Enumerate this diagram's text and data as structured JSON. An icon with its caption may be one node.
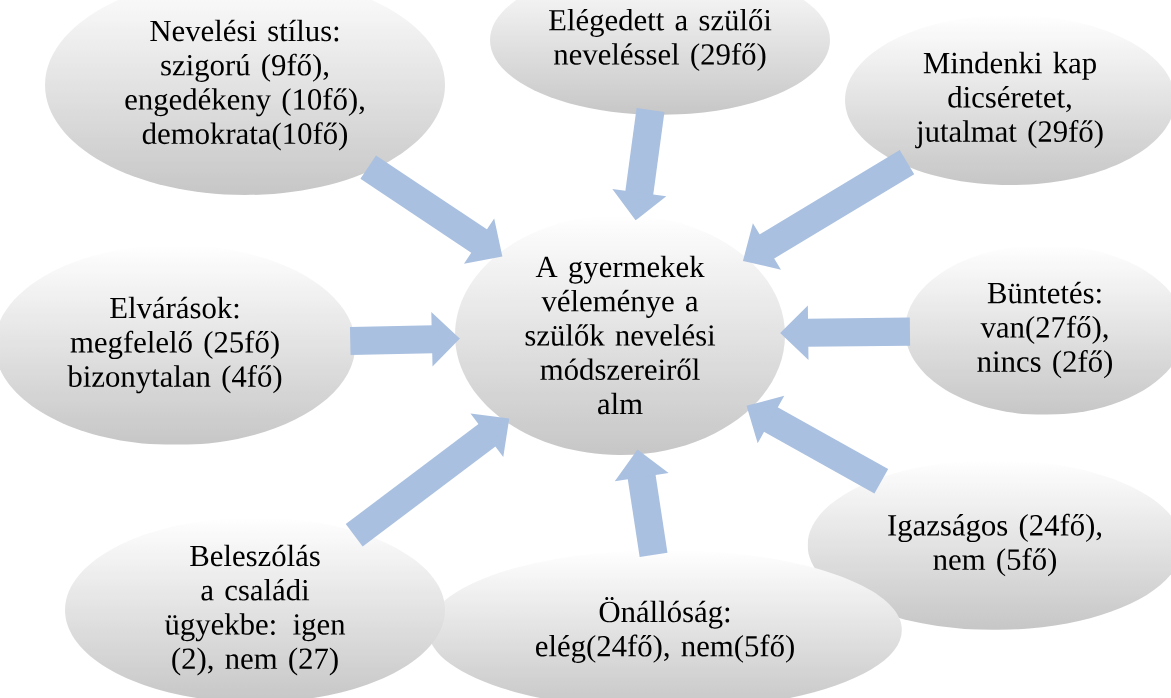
{
  "diagram": {
    "nodes": [
      {
        "text": [
          "A gyermekek véleménye a szülők nevelési módszereiről alm"
        ]
      },
      {
        "text": [
          "Nevelési stílus: szigorú (9fő), engedékeny (10fő), demokrata(10fő)"
        ]
      },
      {
        "text": [
          "Elégedett a szülői neveléssel (29fő)"
        ]
      },
      {
        "text": [
          "Mindenki kap dicséretet, jutalmat (29fő)"
        ]
      },
      {
        "text": [
          "Elvárások: megfelelő (25fő) bizonytalan (4fő)"
        ]
      },
      {
        "text": [
          "Büntetés: van(27fő), nincs (2fő)"
        ]
      },
      {
        "text": [
          "Igazságos (24fő), nem (5fő)"
        ]
      },
      {
        "text": [
          "Önállóság: elég(24fő), nem(5fő)"
        ]
      },
      {
        "text": [
          "Beleszólás a családi ügyekbe: igen (2), nem (27)"
        ]
      }
    ],
    "edges": [
      {
        "from": 1,
        "to": 0,
        "arrow": "to"
      },
      {
        "from": 2,
        "to": 0,
        "arrow": "to"
      },
      {
        "from": 3,
        "to": 0,
        "arrow": "to"
      },
      {
        "from": 4,
        "to": 0,
        "arrow": "to"
      },
      {
        "from": 5,
        "to": 0,
        "arrow": "to"
      },
      {
        "from": 6,
        "to": 0,
        "arrow": "to"
      },
      {
        "from": 7,
        "to": 0,
        "arrow": "to"
      },
      {
        "from": 8,
        "to": 0,
        "arrow": "to"
      }
    ]
  }
}
